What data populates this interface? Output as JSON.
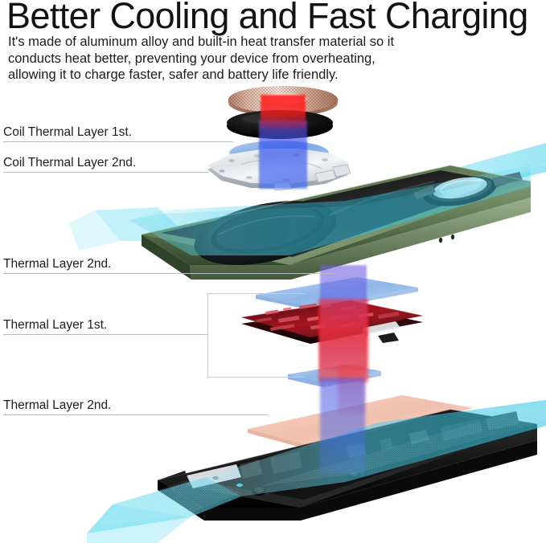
{
  "header": {
    "title": "Better Cooling and Fast Charging",
    "description_lines": [
      "It's made of aluminum alloy and built-in heat transfer material so it",
      "conducts heat better, preventing your device from overheating,",
      "allowing it to charge faster, safer and battery life friendly."
    ]
  },
  "callouts": [
    {
      "id": "coil-thermal-layer-1st",
      "label": "Coil Thermal Layer 1st."
    },
    {
      "id": "coil-thermal-layer-2nd",
      "label": "Coil Thermal Layer 2nd."
    },
    {
      "id": "thermal-layer-2nd-upper",
      "label": "Thermal Layer 2nd."
    },
    {
      "id": "thermal-layer-1st",
      "label": "Thermal Layer 1st."
    },
    {
      "id": "thermal-layer-2nd-lower",
      "label": "Thermal Layer 2nd."
    }
  ],
  "colors": {
    "device_body_green": "#6f8a63",
    "device_body_green_dark": "#3f5538",
    "coil_copper": "#c99481",
    "heat_red": "#ff2020",
    "heat_blue": "#4a66e8",
    "cool_cyan": "#3fd0e8",
    "thermal_plane_blue": "#8fb6e8",
    "thermal_plane_peach": "#f0b5a3",
    "pcb_red": "#8e1420",
    "housing_black": "#171717",
    "leader_line": "#b9bcbe",
    "text": "#1a1a1a"
  },
  "artwork": {
    "type": "exploded-product-diagram",
    "components": [
      "copper-coil-disc",
      "black-thermal-disc",
      "blue-coil-thermal-plane",
      "silver-coil-bracket-plate",
      "green-device-body",
      "cyan-cooling-stream",
      "blue-thermal-plane-upper",
      "red-pcb-board",
      "blue-thermal-plane-lower",
      "peach-thermal-plane",
      "black-rear-housing"
    ]
  }
}
